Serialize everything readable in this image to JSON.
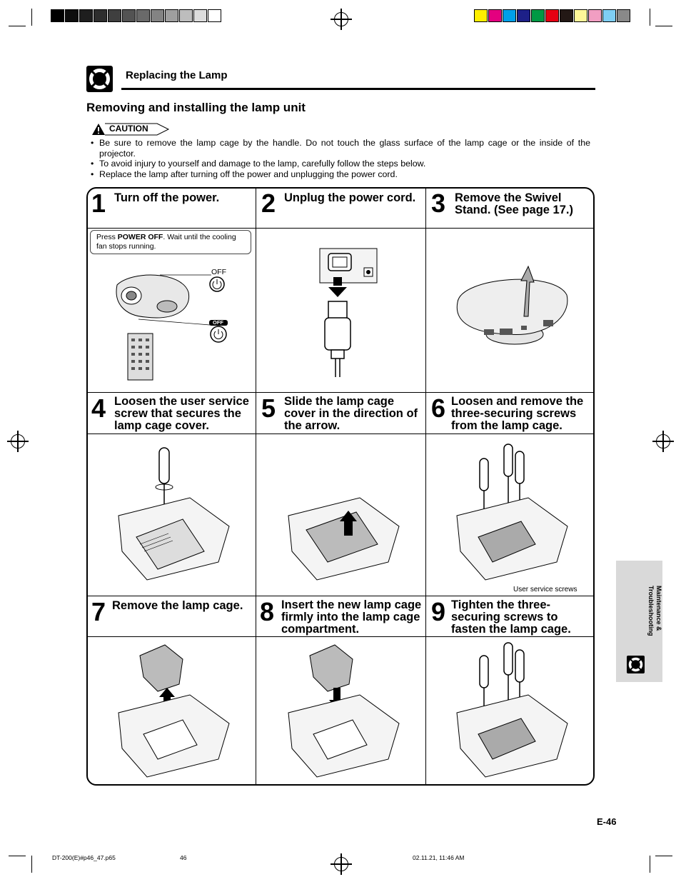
{
  "header": {
    "section_label": "Replacing the Lamp"
  },
  "title": "Removing and installing the lamp unit",
  "caution": {
    "label": "CAUTION",
    "bullets": [
      "Be sure to remove the lamp cage by the handle. Do not touch the glass surface of the lamp cage or the inside of the projector.",
      "To avoid injury to yourself and damage to the lamp, carefully follow the steps below.",
      "Replace the lamp after turning off the power and unplugging the power cord."
    ]
  },
  "steps": [
    {
      "num": "1",
      "text": "Turn off the power."
    },
    {
      "num": "2",
      "text": "Unplug the power cord."
    },
    {
      "num": "3",
      "text": "Remove the Swivel Stand. (See page 17.)"
    },
    {
      "num": "4",
      "text": "Loosen the user service screw that secures the lamp cage cover."
    },
    {
      "num": "5",
      "text": "Slide the lamp cage cover in the direction of the arrow."
    },
    {
      "num": "6",
      "text": "Loosen and remove the three-securing screws from the lamp cage."
    },
    {
      "num": "7",
      "text": "Remove the lamp cage."
    },
    {
      "num": "8",
      "text": "Insert the new lamp cage firmly into the lamp cage compartment."
    },
    {
      "num": "9",
      "text": "Tighten the three-securing screws to fasten the lamp cage."
    }
  ],
  "step1_note": {
    "prefix": "Press ",
    "bold": "POWER OFF",
    "suffix": ". Wait until the cooling fan stops running."
  },
  "labels": {
    "off_top": "OFF",
    "off_remote": "OFF",
    "user_service_screws": "User service screws"
  },
  "side_tab": {
    "text": "Maintenance & Troubleshooting"
  },
  "page_number": "E-46",
  "footer": {
    "file": "DT-200(E)#p46_47.p65",
    "page": "46",
    "date": "02.11.21, 11:46 AM"
  },
  "color_bar_left": [
    "#000000",
    "#0d0d0d",
    "#1e1e1e",
    "#2e2e2e",
    "#3f3f3f",
    "#535353",
    "#6a6a6a",
    "#838383",
    "#9f9f9f",
    "#bdbdbd",
    "#dcdcdc",
    "#ffffff"
  ],
  "color_bar_right": [
    "#ffef00",
    "#e4007f",
    "#00a0e9",
    "#1d2088",
    "#009944",
    "#e60012",
    "#231815",
    "#fff799",
    "#f19ec2",
    "#7ecef4",
    "#898989"
  ]
}
